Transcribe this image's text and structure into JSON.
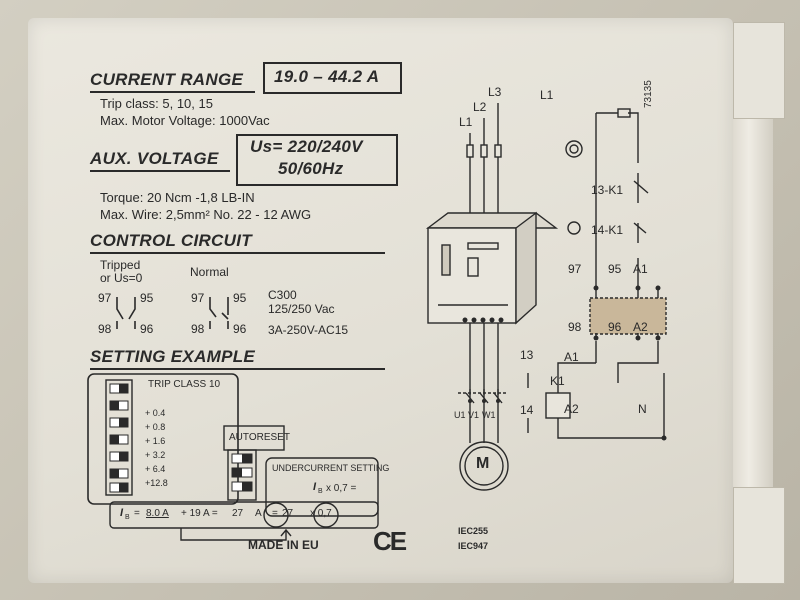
{
  "current_range": {
    "heading": "CURRENT RANGE",
    "value": "19.0 – 44.2 A"
  },
  "trip_class": "Trip class: 5, 10, 15",
  "max_voltage": "Max. Motor Voltage: 1000Vac",
  "aux_voltage": {
    "heading": "AUX. VOLTAGE",
    "line1": "Us= 220/240V",
    "line2": "50/60Hz"
  },
  "torque": "Torque: 20 Ncm -1,8 LB-IN",
  "max_wire": "Max. Wire: 2,5mm² No. 22 - 12 AWG",
  "control_circuit": {
    "heading": "CONTROL CIRCUIT",
    "tripped_label_1": "Tripped",
    "tripped_label_2": "or Us=0",
    "normal_label": "Normal",
    "contact_97": "97",
    "contact_95": "95",
    "contact_98": "98",
    "contact_96": "96",
    "rating_1": "C300",
    "rating_2": "125/250 Vac",
    "rating_3": "3A-250V-AC15"
  },
  "setting_example": {
    "heading": "SETTING EXAMPLE",
    "trip_class_label": "TRIP CLASS 10",
    "increments": [
      "+ 0.4",
      "+ 0.8",
      "+ 1.6",
      "+ 3.2",
      "+ 6.4",
      "+12.8"
    ],
    "autoreset_label": "AUTORESET",
    "undercurrent_label": "UNDERCURRENT SETTING",
    "factor": "x 0,7 =",
    "ib_symbol": "I",
    "ib_sub": "B",
    "formula_eq": "=",
    "formula_a": "8.0 A",
    "formula_plus": "+ 19 A =",
    "formula_result": "27",
    "formula_unit": "A",
    "formula_eq2": "=",
    "formula_result2": "27",
    "formula_factor2": "x 0,7"
  },
  "made_in": "MADE IN EU",
  "ce_mark": "CE",
  "iec_1": "IEC255",
  "iec_2": "IEC947",
  "serial": "73135",
  "diagram": {
    "l1": "L1",
    "l2": "L2",
    "l3": "L3",
    "l1_right": "L1",
    "k1_13": "13-K1",
    "k1_14": "14-K1",
    "t97": "97",
    "t95": "95",
    "a1": "A1",
    "t98": "98",
    "t96": "96",
    "a2": "A2",
    "c13": "13",
    "c14": "14",
    "k1": "K1",
    "k1_a1": "A1",
    "k1_a2": "A2",
    "n": "N",
    "u1": "U1",
    "v1": "V1",
    "w1": "W1",
    "motor": "M"
  },
  "colors": {
    "panel": "#e8e5dc",
    "ink": "#2a2a2a",
    "contact_fill": "#c9b79a"
  }
}
